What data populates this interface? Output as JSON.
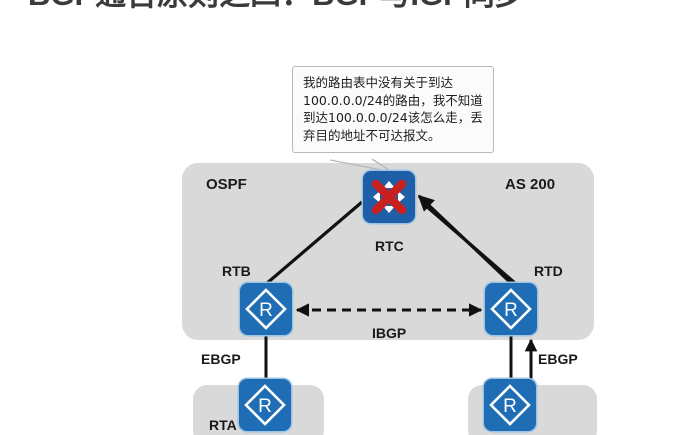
{
  "title": "BGP通告原则之四：BGP与IGP同步",
  "callout": {
    "text": "我的路由表中没有关于到达100.0.0.0/24的路由，我不知道到达100.0.0.0/24该怎么走，丢弃目的地址不可达报文。"
  },
  "zones": {
    "main_label": "OSPF",
    "as_label": "AS 200"
  },
  "nodes": [
    {
      "id": "rtc",
      "label": "RTC",
      "icon": "router-down-icon",
      "status": "unreachable"
    },
    {
      "id": "rtb",
      "label": "RTB",
      "icon": "router-icon",
      "status": "ok"
    },
    {
      "id": "rtd",
      "label": "RTD",
      "icon": "router-icon",
      "status": "ok"
    },
    {
      "id": "rta",
      "label": "RTA",
      "icon": "router-icon",
      "status": "ok"
    },
    {
      "id": "rte",
      "label": "",
      "icon": "router-icon",
      "status": "ok"
    }
  ],
  "links": {
    "ibgp_label": "IBGP",
    "ebgp_left_label": "EBGP",
    "ebgp_right_label": "EBGP"
  },
  "colors": {
    "router_blue": "#1f6db5",
    "router_border": "#9cc4e4",
    "zone_gray": "#d9d9d9",
    "cross_red": "#c8201f",
    "title_gray": "#3a3a3a",
    "callout_bg": "#fbfbfb",
    "callout_border": "#b9b9b9",
    "wire_black": "#111111"
  }
}
